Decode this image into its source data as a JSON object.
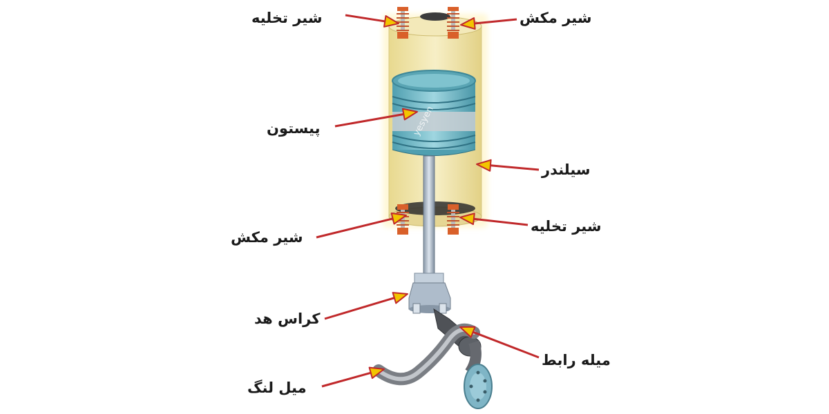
{
  "watermark": "yesyen",
  "colors": {
    "cylinder_fill": "#f1e6b0",
    "cylinder_glow": "#fffdf0",
    "piston": "#6fb7c4",
    "arrow_line": "#c0282a",
    "arrow_head": "#f2c500",
    "valve": "#d9602a",
    "metal": "#b9c6d2",
    "dark_metal": "#5f6368"
  },
  "labels": {
    "discharge_valve_top": "شیر تخلیه",
    "suction_valve_top": "شیر مکش",
    "piston": "پیستون",
    "cylinder": "سیلندر",
    "suction_valve_bottom": "شیر مکش",
    "discharge_valve_bottom": "شیر تخلیه",
    "crosshead": "کراس هد",
    "connecting_rod": "میله رابط",
    "crankshaft": "میل لنگ"
  }
}
